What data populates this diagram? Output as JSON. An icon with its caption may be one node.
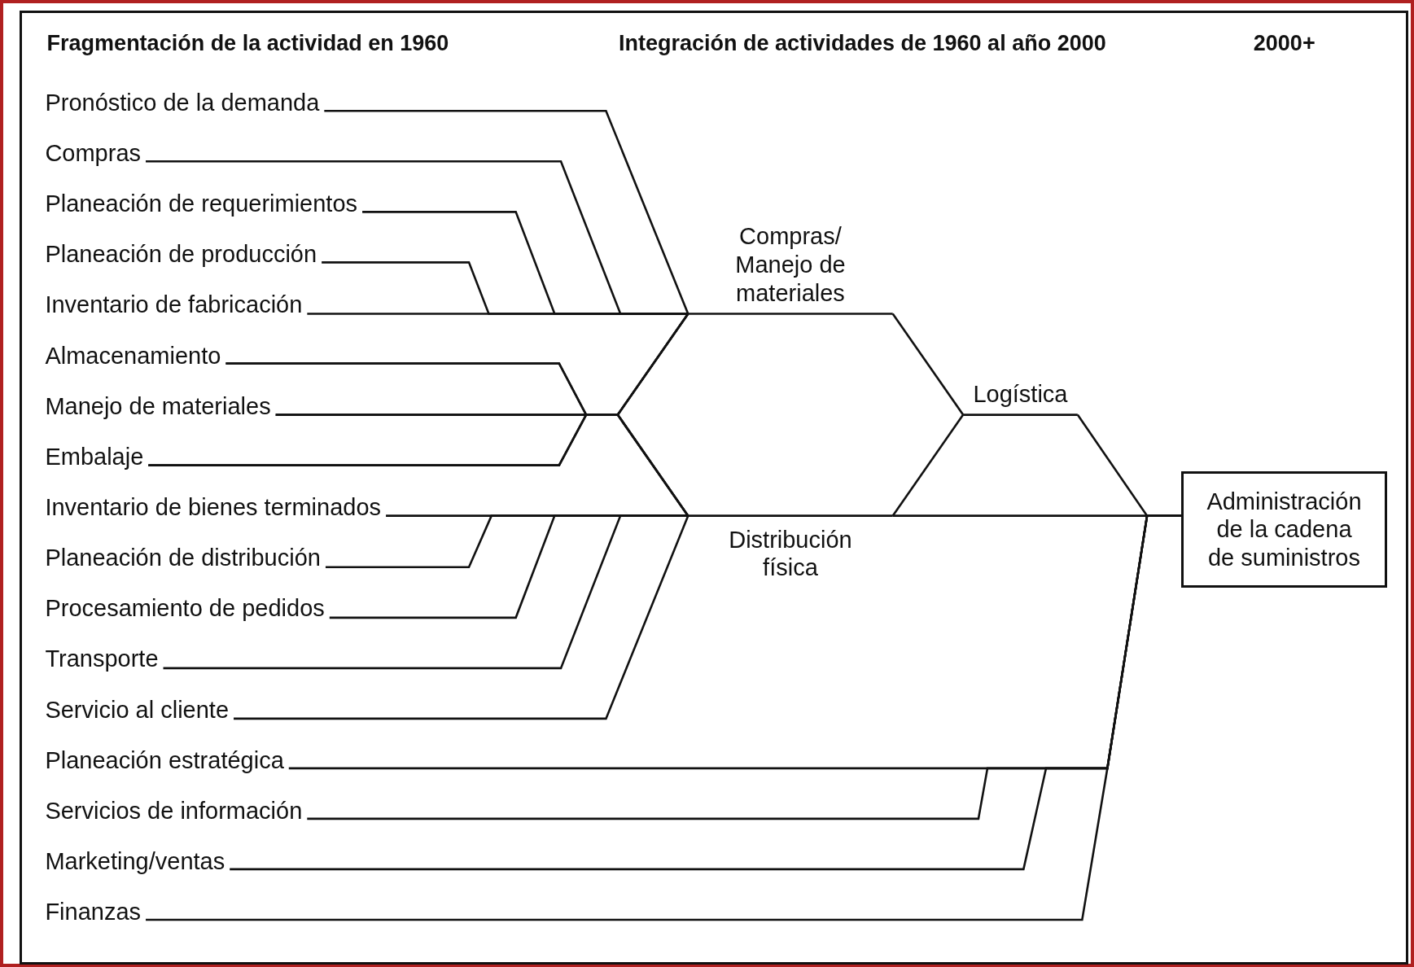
{
  "diagram": {
    "nodes": [
      {
        "text": [
          "Pronóstico de la demanda"
        ]
      },
      {
        "text": [
          "Compras"
        ]
      },
      {
        "text": [
          "Planeación de requerimientos"
        ]
      },
      {
        "text": [
          "Planeación de producción"
        ]
      },
      {
        "text": [
          "Inventario de fabricación"
        ]
      },
      {
        "text": [
          "Almacenamiento"
        ]
      },
      {
        "text": [
          "Manejo de materiales"
        ]
      },
      {
        "text": [
          "Embalaje"
        ]
      },
      {
        "text": [
          "Inventario de bienes terminados"
        ]
      },
      {
        "text": [
          "Planeación de distribución"
        ]
      },
      {
        "text": [
          "Procesamiento de pedidos"
        ]
      },
      {
        "text": [
          "Transporte"
        ]
      },
      {
        "text": [
          "Servicio al cliente"
        ]
      },
      {
        "text": [
          "Planeación estratégica"
        ]
      },
      {
        "text": [
          "Servicios de información"
        ]
      },
      {
        "text": [
          "Marketing/ventas"
        ]
      },
      {
        "text": [
          "Finanzas"
        ]
      },
      {
        "text": [
          "Compras/ Manejo de materiales"
        ]
      },
      {
        "text": [
          "Logística"
        ]
      },
      {
        "text": [
          "Distribución física"
        ]
      },
      {
        "text": [
          "Administración de la cadena de suministros"
        ]
      }
    ],
    "edges": [
      {
        "from": 0,
        "to": 17,
        "arrow": "none"
      },
      {
        "from": 1,
        "to": 17,
        "arrow": "none"
      },
      {
        "from": 2,
        "to": 17,
        "arrow": "none"
      },
      {
        "from": 3,
        "to": 17,
        "arrow": "none"
      },
      {
        "from": 4,
        "to": 17,
        "arrow": "none"
      },
      {
        "from": 5,
        "to": 17,
        "arrow": "none"
      },
      {
        "from": 5,
        "to": 19,
        "arrow": "none"
      },
      {
        "from": 6,
        "to": 17,
        "arrow": "none"
      },
      {
        "from": 6,
        "to": 19,
        "arrow": "none"
      },
      {
        "from": 7,
        "to": 17,
        "arrow": "none"
      },
      {
        "from": 7,
        "to": 19,
        "arrow": "none"
      },
      {
        "from": 8,
        "to": 19,
        "arrow": "none"
      },
      {
        "from": 9,
        "to": 19,
        "arrow": "none"
      },
      {
        "from": 10,
        "to": 19,
        "arrow": "none"
      },
      {
        "from": 11,
        "to": 19,
        "arrow": "none"
      },
      {
        "from": 12,
        "to": 19,
        "arrow": "none"
      },
      {
        "from": 17,
        "to": 18,
        "arrow": "none"
      },
      {
        "from": 19,
        "to": 18,
        "arrow": "none"
      },
      {
        "from": 18,
        "to": 20,
        "arrow": "none"
      },
      {
        "from": 19,
        "to": 20,
        "arrow": "none"
      },
      {
        "from": 13,
        "to": 20,
        "arrow": "none"
      },
      {
        "from": 14,
        "to": 20,
        "arrow": "none"
      },
      {
        "from": 15,
        "to": 20,
        "arrow": "none"
      },
      {
        "from": 16,
        "to": 20,
        "arrow": "none"
      }
    ],
    "labels": [
      "Fragmentación de la actividad en 1960",
      "Integración de actividades de 1960 al año 2000",
      "2000+"
    ]
  }
}
